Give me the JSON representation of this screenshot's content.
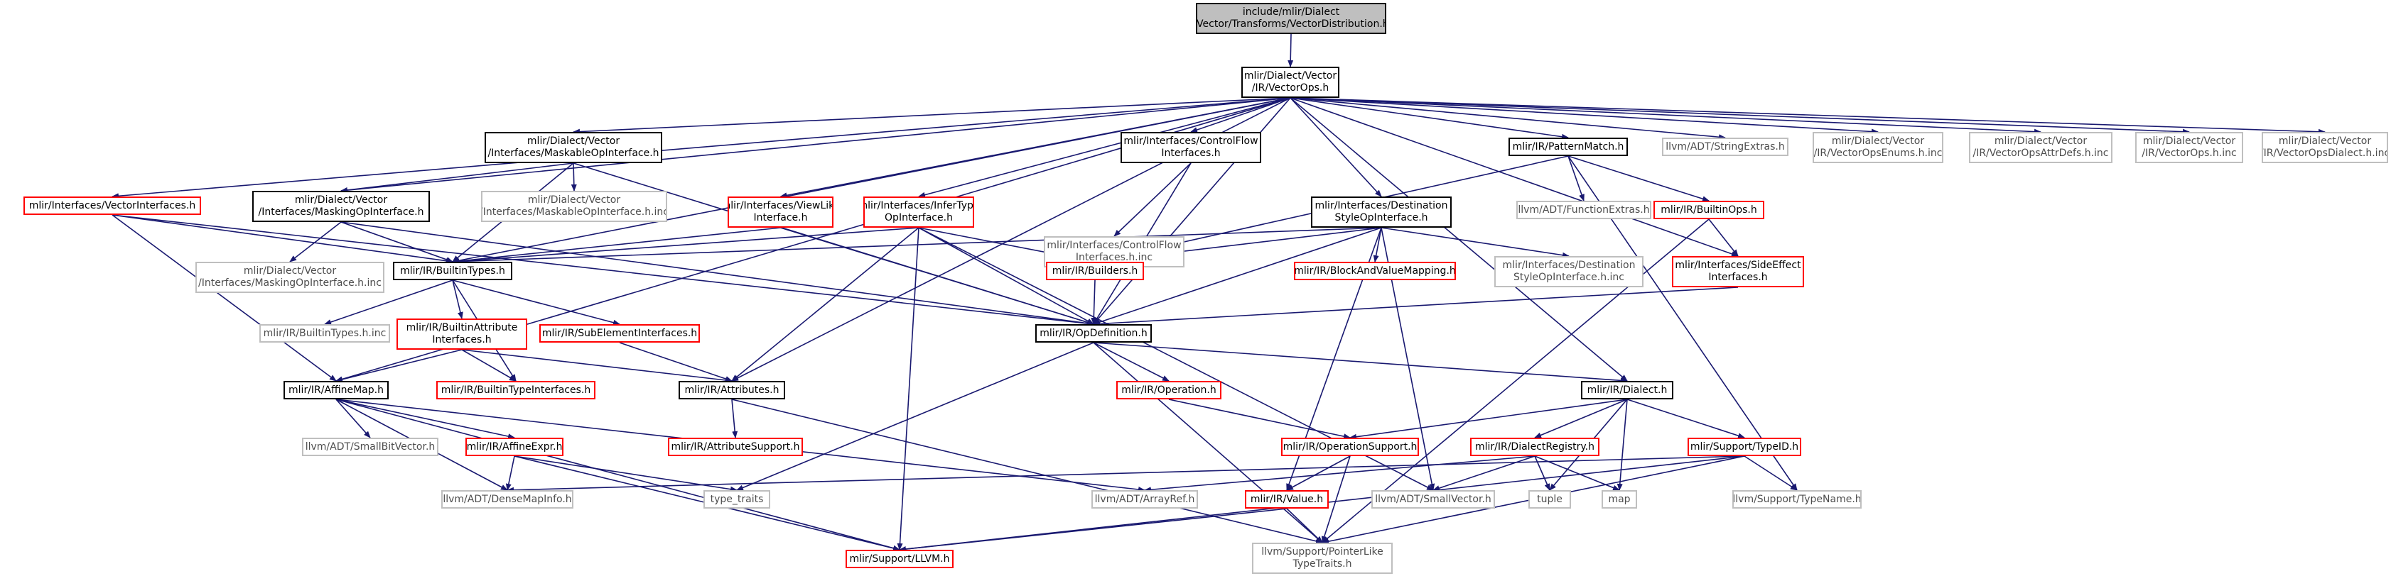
{
  "colors": {
    "edge": "#191970",
    "border_normal": "#000000",
    "border_linked": "#ff0000",
    "border_external": "#bfbfbf",
    "root_fill": "#bfbfbf"
  },
  "nodes": [
    {
      "id": "root",
      "lines": [
        "include/mlir/Dialect",
        "/Vector/Transforms/VectorDistribution.h"
      ],
      "style": "root"
    },
    {
      "id": "vectorops",
      "lines": [
        "mlir/Dialect/Vector",
        "/IR/VectorOps.h"
      ],
      "style": "normal"
    },
    {
      "id": "maskable",
      "lines": [
        "mlir/Dialect/Vector",
        "/Interfaces/MaskableOpInterface.h"
      ],
      "style": "normal"
    },
    {
      "id": "controlflow",
      "lines": [
        "mlir/Interfaces/ControlFlow",
        "Interfaces.h"
      ],
      "style": "normal"
    },
    {
      "id": "patternmatch",
      "lines": [
        "mlir/IR/PatternMatch.h"
      ],
      "style": "normal"
    },
    {
      "id": "stringextras",
      "lines": [
        "llvm/ADT/StringExtras.h"
      ],
      "style": "gray"
    },
    {
      "id": "enumsinc",
      "lines": [
        "mlir/Dialect/Vector",
        "/IR/VectorOpsEnums.h.inc"
      ],
      "style": "gray"
    },
    {
      "id": "attrdefsinc",
      "lines": [
        "mlir/Dialect/Vector",
        "/IR/VectorOpsAttrDefs.h.inc"
      ],
      "style": "gray"
    },
    {
      "id": "vectoropsinc",
      "lines": [
        "mlir/Dialect/Vector",
        "/IR/VectorOps.h.inc"
      ],
      "style": "gray"
    },
    {
      "id": "dialectinc",
      "lines": [
        "mlir/Dialect/Vector",
        "/IR/VectorOpsDialect.h.inc"
      ],
      "style": "gray"
    },
    {
      "id": "vectorifaces",
      "lines": [
        "mlir/Interfaces/VectorInterfaces.h"
      ],
      "style": "red"
    },
    {
      "id": "masking",
      "lines": [
        "mlir/Dialect/Vector",
        "/Interfaces/MaskingOpInterface.h"
      ],
      "style": "normal"
    },
    {
      "id": "maskableinc",
      "lines": [
        "mlir/Dialect/Vector",
        "/Interfaces/MaskableOpInterface.h.inc"
      ],
      "style": "gray"
    },
    {
      "id": "viewlike",
      "lines": [
        "mlir/Interfaces/ViewLike",
        "Interface.h"
      ],
      "style": "red"
    },
    {
      "id": "infertype",
      "lines": [
        "mlir/Interfaces/InferType",
        "OpInterface.h"
      ],
      "style": "red"
    },
    {
      "id": "controlflowinc",
      "lines": [
        "mlir/Interfaces/ControlFlow",
        "Interfaces.h.inc"
      ],
      "style": "gray"
    },
    {
      "id": "destination",
      "lines": [
        "mlir/Interfaces/Destination",
        "StyleOpInterface.h"
      ],
      "style": "normal"
    },
    {
      "id": "functionextras",
      "lines": [
        "llvm/ADT/FunctionExtras.h"
      ],
      "style": "gray"
    },
    {
      "id": "builtinops",
      "lines": [
        "mlir/IR/BuiltinOps.h"
      ],
      "style": "red"
    },
    {
      "id": "maskinginc",
      "lines": [
        "mlir/Dialect/Vector",
        "/Interfaces/MaskingOpInterface.h.inc"
      ],
      "style": "gray"
    },
    {
      "id": "builtintypes",
      "lines": [
        "mlir/IR/BuiltinTypes.h"
      ],
      "style": "normal"
    },
    {
      "id": "builders",
      "lines": [
        "mlir/IR/Builders.h"
      ],
      "style": "red"
    },
    {
      "id": "blockandvalue",
      "lines": [
        "mlir/IR/BlockAndValueMapping.h"
      ],
      "style": "red"
    },
    {
      "id": "destinationinc",
      "lines": [
        "mlir/Interfaces/Destination",
        "StyleOpInterface.h.inc"
      ],
      "style": "gray"
    },
    {
      "id": "sideeffect",
      "lines": [
        "mlir/Interfaces/SideEffect",
        "Interfaces.h"
      ],
      "style": "red"
    },
    {
      "id": "builtintypesinc",
      "lines": [
        "mlir/IR/BuiltinTypes.h.inc"
      ],
      "style": "gray"
    },
    {
      "id": "builtinattriface",
      "lines": [
        "mlir/IR/BuiltinAttribute",
        "Interfaces.h"
      ],
      "style": "red"
    },
    {
      "id": "subelement",
      "lines": [
        "mlir/IR/SubElementInterfaces.h"
      ],
      "style": "red"
    },
    {
      "id": "opdefinition",
      "lines": [
        "mlir/IR/OpDefinition.h"
      ],
      "style": "normal"
    },
    {
      "id": "affinemap",
      "lines": [
        "mlir/IR/AffineMap.h"
      ],
      "style": "normal"
    },
    {
      "id": "builtintypeifaces",
      "lines": [
        "mlir/IR/BuiltinTypeInterfaces.h"
      ],
      "style": "red"
    },
    {
      "id": "attributes",
      "lines": [
        "mlir/IR/Attributes.h"
      ],
      "style": "normal"
    },
    {
      "id": "operation",
      "lines": [
        "mlir/IR/Operation.h"
      ],
      "style": "red"
    },
    {
      "id": "dialect",
      "lines": [
        "mlir/IR/Dialect.h"
      ],
      "style": "normal"
    },
    {
      "id": "smallbitvector",
      "lines": [
        "llvm/ADT/SmallBitVector.h"
      ],
      "style": "gray"
    },
    {
      "id": "affineexpr",
      "lines": [
        "mlir/IR/AffineExpr.h"
      ],
      "style": "red"
    },
    {
      "id": "attributesupport",
      "lines": [
        "mlir/IR/AttributeSupport.h"
      ],
      "style": "red"
    },
    {
      "id": "operationsupport",
      "lines": [
        "mlir/IR/OperationSupport.h"
      ],
      "style": "red"
    },
    {
      "id": "dialectregistry",
      "lines": [
        "mlir/IR/DialectRegistry.h"
      ],
      "style": "red"
    },
    {
      "id": "typeid",
      "lines": [
        "mlir/Support/TypeID.h"
      ],
      "style": "red"
    },
    {
      "id": "densemapinfo",
      "lines": [
        "llvm/ADT/DenseMapInfo.h"
      ],
      "style": "gray"
    },
    {
      "id": "typetraits",
      "lines": [
        "type_traits"
      ],
      "style": "gray"
    },
    {
      "id": "arrayref",
      "lines": [
        "llvm/ADT/ArrayRef.h"
      ],
      "style": "gray"
    },
    {
      "id": "value",
      "lines": [
        "mlir/IR/Value.h"
      ],
      "style": "red"
    },
    {
      "id": "smallvector",
      "lines": [
        "llvm/ADT/SmallVector.h"
      ],
      "style": "gray"
    },
    {
      "id": "tuple",
      "lines": [
        "tuple"
      ],
      "style": "gray"
    },
    {
      "id": "map",
      "lines": [
        "map"
      ],
      "style": "gray"
    },
    {
      "id": "typename",
      "lines": [
        "llvm/Support/TypeName.h"
      ],
      "style": "gray"
    },
    {
      "id": "llvm",
      "lines": [
        "mlir/Support/LLVM.h"
      ],
      "style": "red"
    },
    {
      "id": "pointerlike",
      "lines": [
        "llvm/Support/PointerLike",
        "TypeTraits.h"
      ],
      "style": "gray"
    }
  ],
  "edges": [
    [
      "root",
      "vectorops"
    ],
    [
      "vectorops",
      "maskable"
    ],
    [
      "vectorops",
      "controlflow"
    ],
    [
      "vectorops",
      "patternmatch"
    ],
    [
      "vectorops",
      "stringextras"
    ],
    [
      "vectorops",
      "enumsinc"
    ],
    [
      "vectorops",
      "attrdefsinc"
    ],
    [
      "vectorops",
      "vectoropsinc"
    ],
    [
      "vectorops",
      "dialectinc"
    ],
    [
      "vectorops",
      "vectorifaces"
    ],
    [
      "vectorops",
      "masking"
    ],
    [
      "vectorops",
      "viewlike"
    ],
    [
      "vectorops",
      "infertype"
    ],
    [
      "vectorops",
      "destination"
    ],
    [
      "vectorops",
      "sideeffect"
    ],
    [
      "vectorops",
      "builtintypes"
    ],
    [
      "vectorops",
      "attributes"
    ],
    [
      "vectorops",
      "opdefinition"
    ],
    [
      "vectorops",
      "affinemap"
    ],
    [
      "vectorops",
      "dialect"
    ],
    [
      "maskable",
      "masking"
    ],
    [
      "maskable",
      "maskableinc"
    ],
    [
      "maskable",
      "builtintypes"
    ],
    [
      "maskable",
      "opdefinition"
    ],
    [
      "masking",
      "maskinginc"
    ],
    [
      "masking",
      "builtintypes"
    ],
    [
      "masking",
      "opdefinition"
    ],
    [
      "vectorifaces",
      "builtintypes"
    ],
    [
      "vectorifaces",
      "affinemap"
    ],
    [
      "vectorifaces",
      "opdefinition"
    ],
    [
      "viewlike",
      "builtintypes"
    ],
    [
      "viewlike",
      "opdefinition"
    ],
    [
      "infertype",
      "builders"
    ],
    [
      "infertype",
      "builtintypes"
    ],
    [
      "infertype",
      "opdefinition"
    ],
    [
      "infertype",
      "attributes"
    ],
    [
      "infertype",
      "llvm"
    ],
    [
      "infertype",
      "smallvector"
    ],
    [
      "controlflow",
      "controlflowinc"
    ],
    [
      "controlflow",
      "opdefinition"
    ],
    [
      "destination",
      "builders"
    ],
    [
      "destination",
      "blockandvalue"
    ],
    [
      "destination",
      "destinationinc"
    ],
    [
      "destination",
      "builtintypes"
    ],
    [
      "destination",
      "opdefinition"
    ],
    [
      "destination",
      "value"
    ],
    [
      "destination",
      "smallvector"
    ],
    [
      "patternmatch",
      "functionextras"
    ],
    [
      "patternmatch",
      "builtinops"
    ],
    [
      "patternmatch",
      "builders"
    ],
    [
      "patternmatch",
      "typename"
    ],
    [
      "builtinops",
      "sideeffect"
    ],
    [
      "builtinops",
      "pointerlike"
    ],
    [
      "sideeffect",
      "opdefinition"
    ],
    [
      "builders",
      "opdefinition"
    ],
    [
      "builtintypes",
      "builtintypesinc"
    ],
    [
      "builtintypes",
      "builtinattriface"
    ],
    [
      "builtintypes",
      "subelement"
    ],
    [
      "builtintypes",
      "builtintypeifaces"
    ],
    [
      "builtinattriface",
      "affinemap"
    ],
    [
      "builtinattriface",
      "builtintypeifaces"
    ],
    [
      "builtinattriface",
      "attributes"
    ],
    [
      "subelement",
      "attributes"
    ],
    [
      "opdefinition",
      "operation"
    ],
    [
      "opdefinition",
      "dialect"
    ],
    [
      "opdefinition",
      "typetraits"
    ],
    [
      "opdefinition",
      "pointerlike"
    ],
    [
      "affinemap",
      "smallbitvector"
    ],
    [
      "affinemap",
      "affineexpr"
    ],
    [
      "affinemap",
      "densemapinfo"
    ],
    [
      "affinemap",
      "arrayref"
    ],
    [
      "affinemap",
      "llvm"
    ],
    [
      "affineexpr",
      "densemapinfo"
    ],
    [
      "affineexpr",
      "typetraits"
    ],
    [
      "affineexpr",
      "llvm"
    ],
    [
      "attributes",
      "attributesupport"
    ],
    [
      "attributes",
      "pointerlike"
    ],
    [
      "operation",
      "operationsupport"
    ],
    [
      "dialect",
      "operationsupport"
    ],
    [
      "dialect",
      "dialectregistry"
    ],
    [
      "dialect",
      "typeid"
    ],
    [
      "dialect",
      "tuple"
    ],
    [
      "dialect",
      "map"
    ],
    [
      "operationsupport",
      "value"
    ],
    [
      "operationsupport",
      "pointerlike"
    ],
    [
      "dialectregistry",
      "arrayref"
    ],
    [
      "dialectregistry",
      "smallvector"
    ],
    [
      "dialectregistry",
      "tuple"
    ],
    [
      "dialectregistry",
      "map"
    ],
    [
      "typeid",
      "densemapinfo"
    ],
    [
      "typeid",
      "typename"
    ],
    [
      "typeid",
      "llvm"
    ],
    [
      "typeid",
      "pointerlike"
    ],
    [
      "value",
      "llvm"
    ],
    [
      "value",
      "pointerlike"
    ]
  ]
}
